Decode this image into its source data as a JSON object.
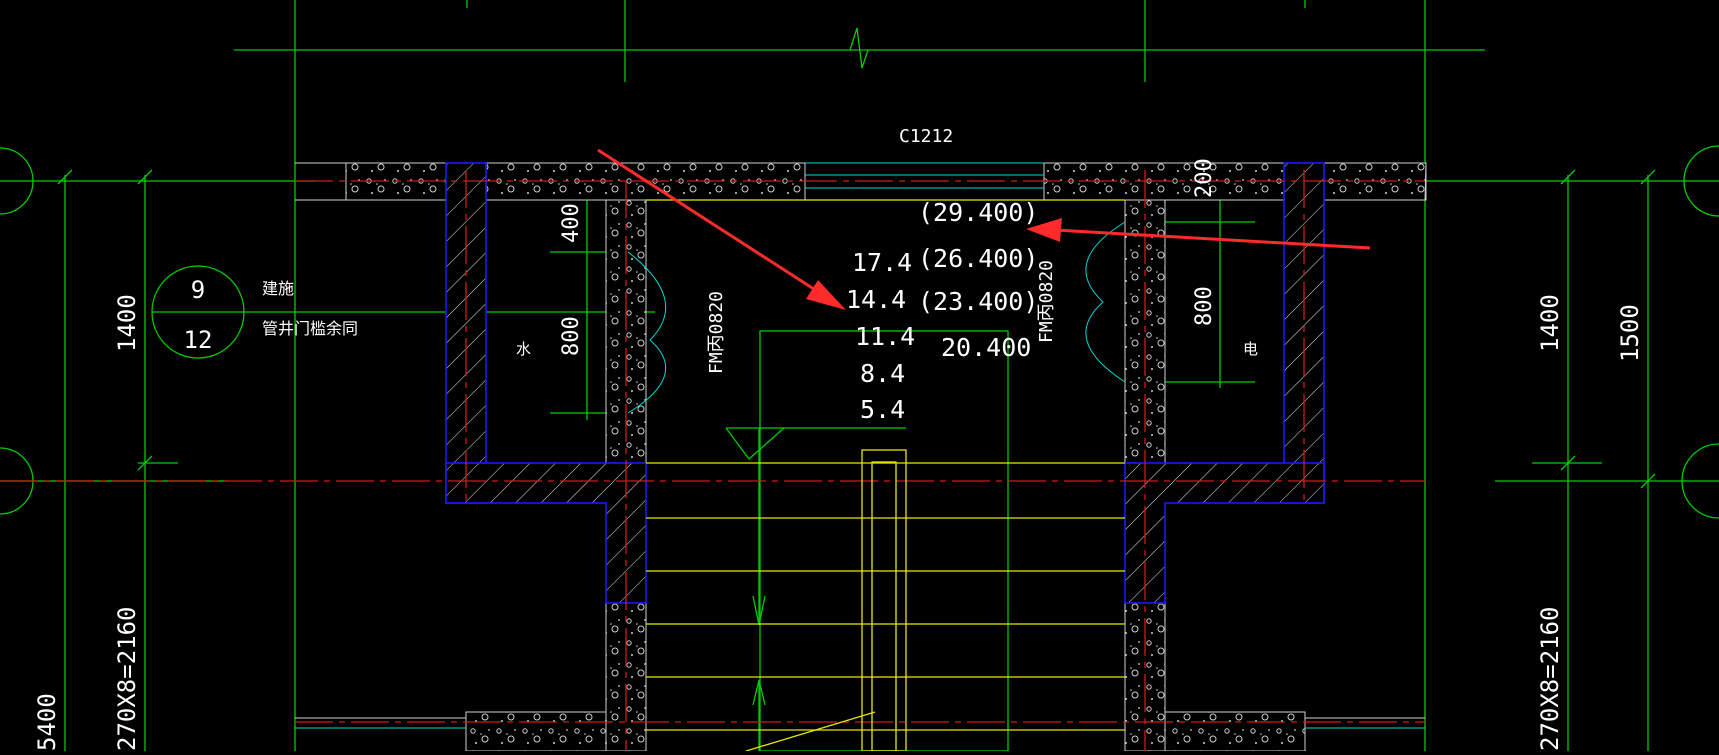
{
  "colors": {
    "background": "#000000",
    "grid_green": "#00cc00",
    "wall_blue": "#1a1aff",
    "axis_red": "#d11a1a",
    "stair_yellow": "#e6e600",
    "window_cyan": "#00d7d7",
    "text_white": "#ffffff",
    "annotation_red": "#ff2a2a",
    "concrete_gray": "#cfcfcf"
  },
  "labels": {
    "window_code": "C1212",
    "door_left": "FM丙0820",
    "door_right": "FM丙0820",
    "room_water": "水",
    "room_electric": "电",
    "ref_note": "建施",
    "pipe_note": "管井门槛余同",
    "detail_top": "9",
    "detail_bottom": "12",
    "left_shaft_dim_top": "400",
    "left_shaft_dim_mid": "800",
    "right_shaft_dim_top": "200",
    "right_shaft_dim_mid": "800",
    "dim_left_1400": "1400",
    "dim_left_stair": "270X8=2160",
    "dim_left_bottom": "5400",
    "dim_right_1400": "1400",
    "dim_right_1500": "1500",
    "dim_right_stair": "270X8=2160"
  },
  "elevations": {
    "left_column": [
      "17.4",
      "14.4",
      "11.4",
      "8.4",
      "5.4"
    ],
    "right_column": [
      "(29.400)",
      "(26.400)",
      "(23.400)",
      "20.400"
    ]
  }
}
